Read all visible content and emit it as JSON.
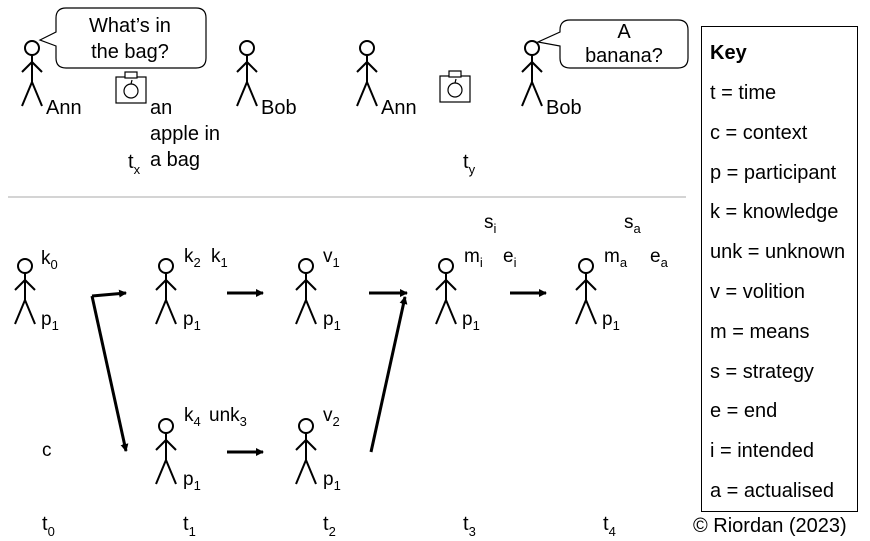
{
  "scenes": {
    "left": {
      "speaker": "Ann",
      "listener": "Bob",
      "speech": [
        "What’s in",
        "the bag?"
      ],
      "object_caption": [
        "an",
        "apple in",
        "a bag"
      ],
      "time": {
        "base": "t",
        "sub": "x"
      }
    },
    "right": {
      "speaker": "Ann",
      "listener": "Bob",
      "speech": [
        "A",
        "banana?"
      ],
      "time": {
        "base": "t",
        "sub": "y"
      }
    }
  },
  "diagram": {
    "participant": {
      "base": "p",
      "sub": "1"
    },
    "context": "c",
    "nodes": {
      "n0": {
        "labels": [
          {
            "base": "k",
            "sub": "0"
          }
        ]
      },
      "n1a": {
        "labels": [
          {
            "base": "k",
            "sub": "2"
          },
          {
            "base": "k",
            "sub": "1"
          }
        ]
      },
      "n1b": {
        "labels": [
          {
            "base": "k",
            "sub": "4"
          },
          {
            "base": "unk",
            "sub": "3"
          }
        ]
      },
      "n2a": {
        "labels": [
          {
            "base": "v",
            "sub": "1"
          }
        ]
      },
      "n2b": {
        "labels": [
          {
            "base": "v",
            "sub": "2"
          }
        ]
      },
      "n3": {
        "labels": [
          {
            "base": "s",
            "sub": "i"
          },
          {
            "base": "m",
            "sub": "i"
          },
          {
            "base": "e",
            "sub": "i"
          }
        ]
      },
      "n4": {
        "labels": [
          {
            "base": "s",
            "sub": "a"
          },
          {
            "base": "m",
            "sub": "a"
          },
          {
            "base": "e",
            "sub": "a"
          }
        ]
      }
    },
    "times": [
      {
        "base": "t",
        "sub": "0"
      },
      {
        "base": "t",
        "sub": "1"
      },
      {
        "base": "t",
        "sub": "2"
      },
      {
        "base": "t",
        "sub": "3"
      },
      {
        "base": "t",
        "sub": "4"
      }
    ]
  },
  "key": {
    "title": "Key",
    "items": [
      "t = time",
      "c = context",
      "p = participant",
      "k = knowledge",
      "unk = unknown",
      "v = volition",
      "m = means",
      "s = strategy",
      "e = end",
      "i = intended",
      "a = actualised"
    ]
  },
  "copyright": "© Riordan (2023)"
}
